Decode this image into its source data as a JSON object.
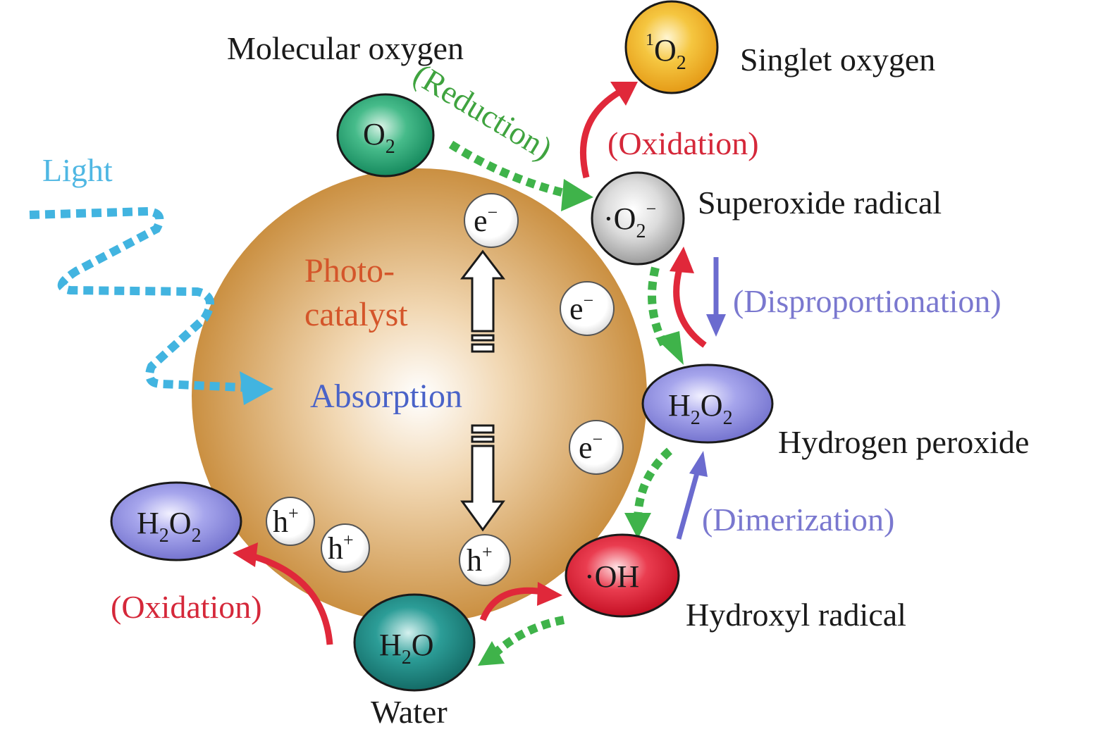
{
  "labels": {
    "molecular_oxygen": "Molecular oxygen",
    "singlet_oxygen": "Singlet oxygen",
    "superoxide_radical": "Superoxide radical",
    "hydrogen_peroxide": "Hydrogen peroxide",
    "hydroxyl_radical": "Hydroxyl radical",
    "water": "Water",
    "light": "Light",
    "photocatalyst_line1": "Photo-",
    "photocatalyst_line2": "catalyst",
    "absorption": "Absorption",
    "reduction": "(Reduction)",
    "oxidation_top": "(Oxidation)",
    "oxidation_bottom": "(Oxidation)",
    "disproportionation": "(Disproportionation)",
    "dimerization": "(Dimerization)"
  },
  "species": {
    "o2": {
      "base": "O",
      "sub": "2"
    },
    "singlet": {
      "sup": "1",
      "base": "O",
      "sub": "2"
    },
    "superoxide": {
      "pre": "·O",
      "sub": "2",
      "sup": "−"
    },
    "h2o2_right": {
      "a": "H",
      "sub1": "2",
      "b": "O",
      "sub2": "2"
    },
    "h2o2_left": {
      "a": "H",
      "sub1": "2",
      "b": "O",
      "sub2": "2"
    },
    "oh": {
      "text": "·OH"
    },
    "h2o": {
      "a": "H",
      "sub1": "2",
      "b": "O"
    }
  },
  "carriers": {
    "electron": {
      "base": "e",
      "sup": "−"
    },
    "hole": {
      "base": "h",
      "sup": "+"
    }
  },
  "colors": {
    "catalyst": "#c98a38",
    "o2": "#2aa878",
    "singlet": "#f0b326",
    "superoxide": "#c8c8c8",
    "h2o2": "#9493e0",
    "oh": "#e02a3c",
    "h2o": "#1f8a84",
    "reduction_arrow": "#3fb34a",
    "oxidation_arrow": "#e0283a",
    "violet_arrow": "#6b6bcf",
    "light_arrow": "#42b4e0"
  }
}
